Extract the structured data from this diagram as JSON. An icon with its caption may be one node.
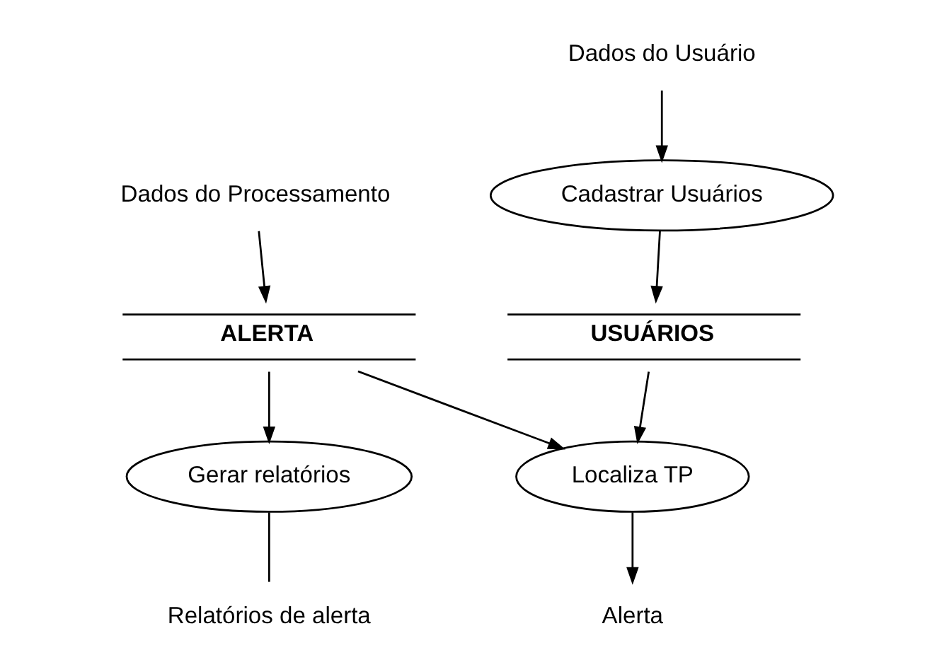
{
  "diagram": {
    "nodes": [
      {
        "text": [
          "Dados do Processamento"
        ]
      },
      {
        "text": [
          "ALERTA"
        ]
      },
      {
        "text": [
          "Dados do Usuário"
        ]
      },
      {
        "text": [
          "Cadastrar Usuários"
        ]
      },
      {
        "text": [
          "USUÁRIOS"
        ]
      },
      {
        "text": [
          "Gerar relatórios"
        ]
      },
      {
        "text": [
          "Localiza TP"
        ]
      },
      {
        "text": [
          "Relatórios de alerta"
        ]
      },
      {
        "text": [
          "Alerta"
        ]
      }
    ],
    "edges": [
      {
        "from": 0,
        "to": 1,
        "arrow": "to"
      },
      {
        "from": 2,
        "to": 3,
        "arrow": "to"
      },
      {
        "from": 3,
        "to": 4,
        "arrow": "to"
      },
      {
        "from": 1,
        "to": 5,
        "arrow": "to"
      },
      {
        "from": 1,
        "to": 6,
        "arrow": "to"
      },
      {
        "from": 4,
        "to": 6,
        "arrow": "to"
      },
      {
        "from": 5,
        "to": 7,
        "arrow": "none"
      },
      {
        "from": 6,
        "to": 8,
        "arrow": "to"
      }
    ]
  }
}
